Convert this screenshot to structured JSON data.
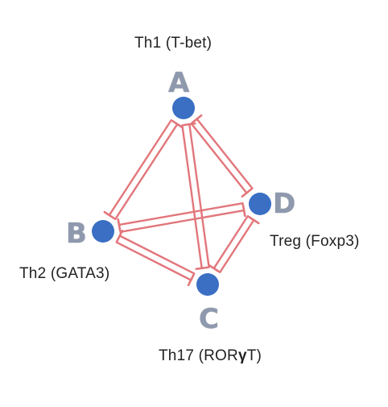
{
  "nodes": [
    {
      "id": "A",
      "letter": "A",
      "label": "Th1 (T-bet)"
    },
    {
      "id": "B",
      "letter": "B",
      "label": "Th2 (GATA3)"
    },
    {
      "id": "C",
      "letter": "C",
      "label_prefix": "Th17 (ROR",
      "label_symbol": "γ",
      "label_suffix": "T)"
    },
    {
      "id": "D",
      "letter": "D",
      "label": "Treg (Foxp3)"
    }
  ],
  "edges": [
    {
      "from": "A",
      "to": "B",
      "type": "mutual-inhibition"
    },
    {
      "from": "A",
      "to": "C",
      "type": "mutual-inhibition"
    },
    {
      "from": "A",
      "to": "D",
      "type": "mutual-inhibition"
    },
    {
      "from": "B",
      "to": "C",
      "type": "mutual-inhibition"
    },
    {
      "from": "B",
      "to": "D",
      "type": "mutual-inhibition"
    },
    {
      "from": "C",
      "to": "D",
      "type": "mutual-inhibition"
    }
  ],
  "colors": {
    "node_fill": "#3a6fc4",
    "edge_color": "#e2767b",
    "letter_color": "#8e99ae",
    "label_color": "#222222"
  }
}
